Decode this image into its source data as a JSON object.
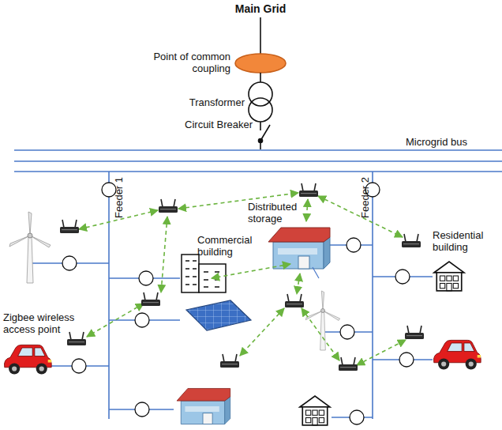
{
  "diagram": {
    "labels": [
      "Main Grid",
      "Point of common coupling",
      "Transformer",
      "Circuit Breaker",
      "Microgrid bus",
      "Feeder 1",
      "Feeder 2",
      "Commercial building",
      "Distributed storage",
      "Residential building",
      "Zigbee wireless access point"
    ]
  }
}
